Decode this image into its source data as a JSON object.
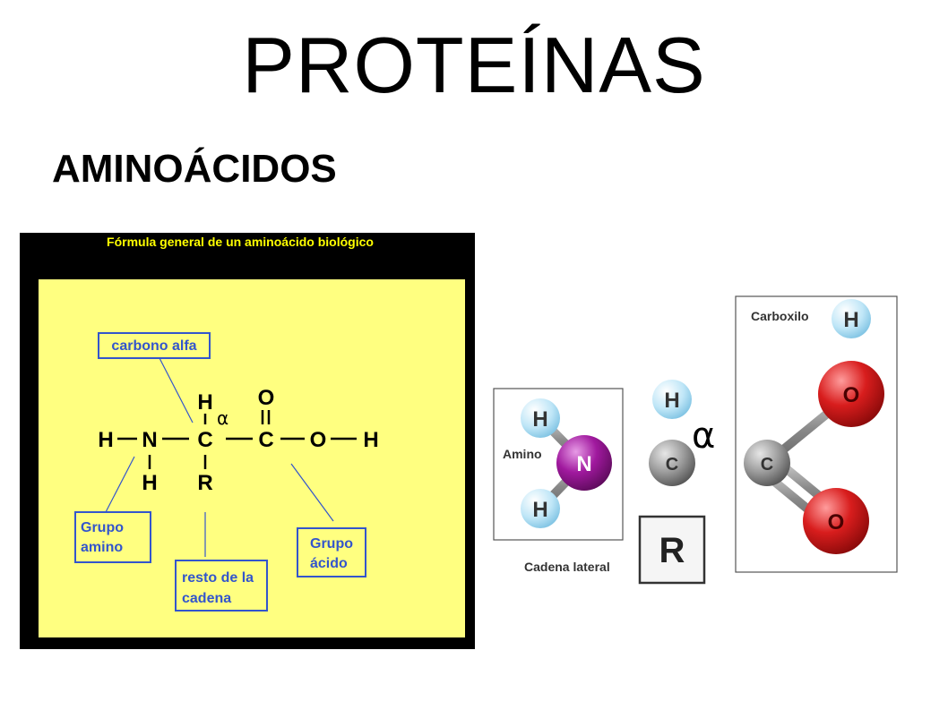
{
  "slide": {
    "title": "PROTEÍNAS",
    "subtitle": "AMINOÁCIDOS"
  },
  "left_diagram": {
    "header": "Fórmula general de un aminoácido biológico",
    "labels": {
      "carbono_alfa": "carbono alfa",
      "grupo_amino_1": "Grupo",
      "grupo_amino_2": "amino",
      "resto_1": "resto de la",
      "resto_2": "cadena",
      "grupo_acido_1": "Grupo",
      "grupo_acido_2": "ácido"
    },
    "formula": {
      "h_left": "H",
      "n": "N",
      "c_alpha": "C",
      "c_carboxyl": "C",
      "o_hydroxyl": "O",
      "h_right": "H",
      "h_top": "H",
      "h_bottom": "H",
      "r": "R",
      "o_double": "O",
      "alpha": "α"
    },
    "colors": {
      "panel": "#ffff80",
      "frame": "#000000",
      "header_text": "#ffff00",
      "label_box": "#3355cc"
    }
  },
  "right_diagram": {
    "labels": {
      "carboxilo": "Carboxilo",
      "amino": "Amino",
      "cadena_lateral": "Cadena lateral",
      "alpha": "α"
    },
    "atoms": {
      "h_amino_top": "H",
      "h_amino_bottom": "H",
      "n": "N",
      "h_alpha": "H",
      "c_alpha": "C",
      "c_carboxyl": "C",
      "o_top": "O",
      "o_bottom": "O",
      "h_carboxyl": "H",
      "r": "R"
    },
    "colors": {
      "hydrogen": "#bfe6f7",
      "nitrogen": "#a0199e",
      "carbon": "#9a9a9a",
      "oxygen": "#d81d1d"
    }
  }
}
